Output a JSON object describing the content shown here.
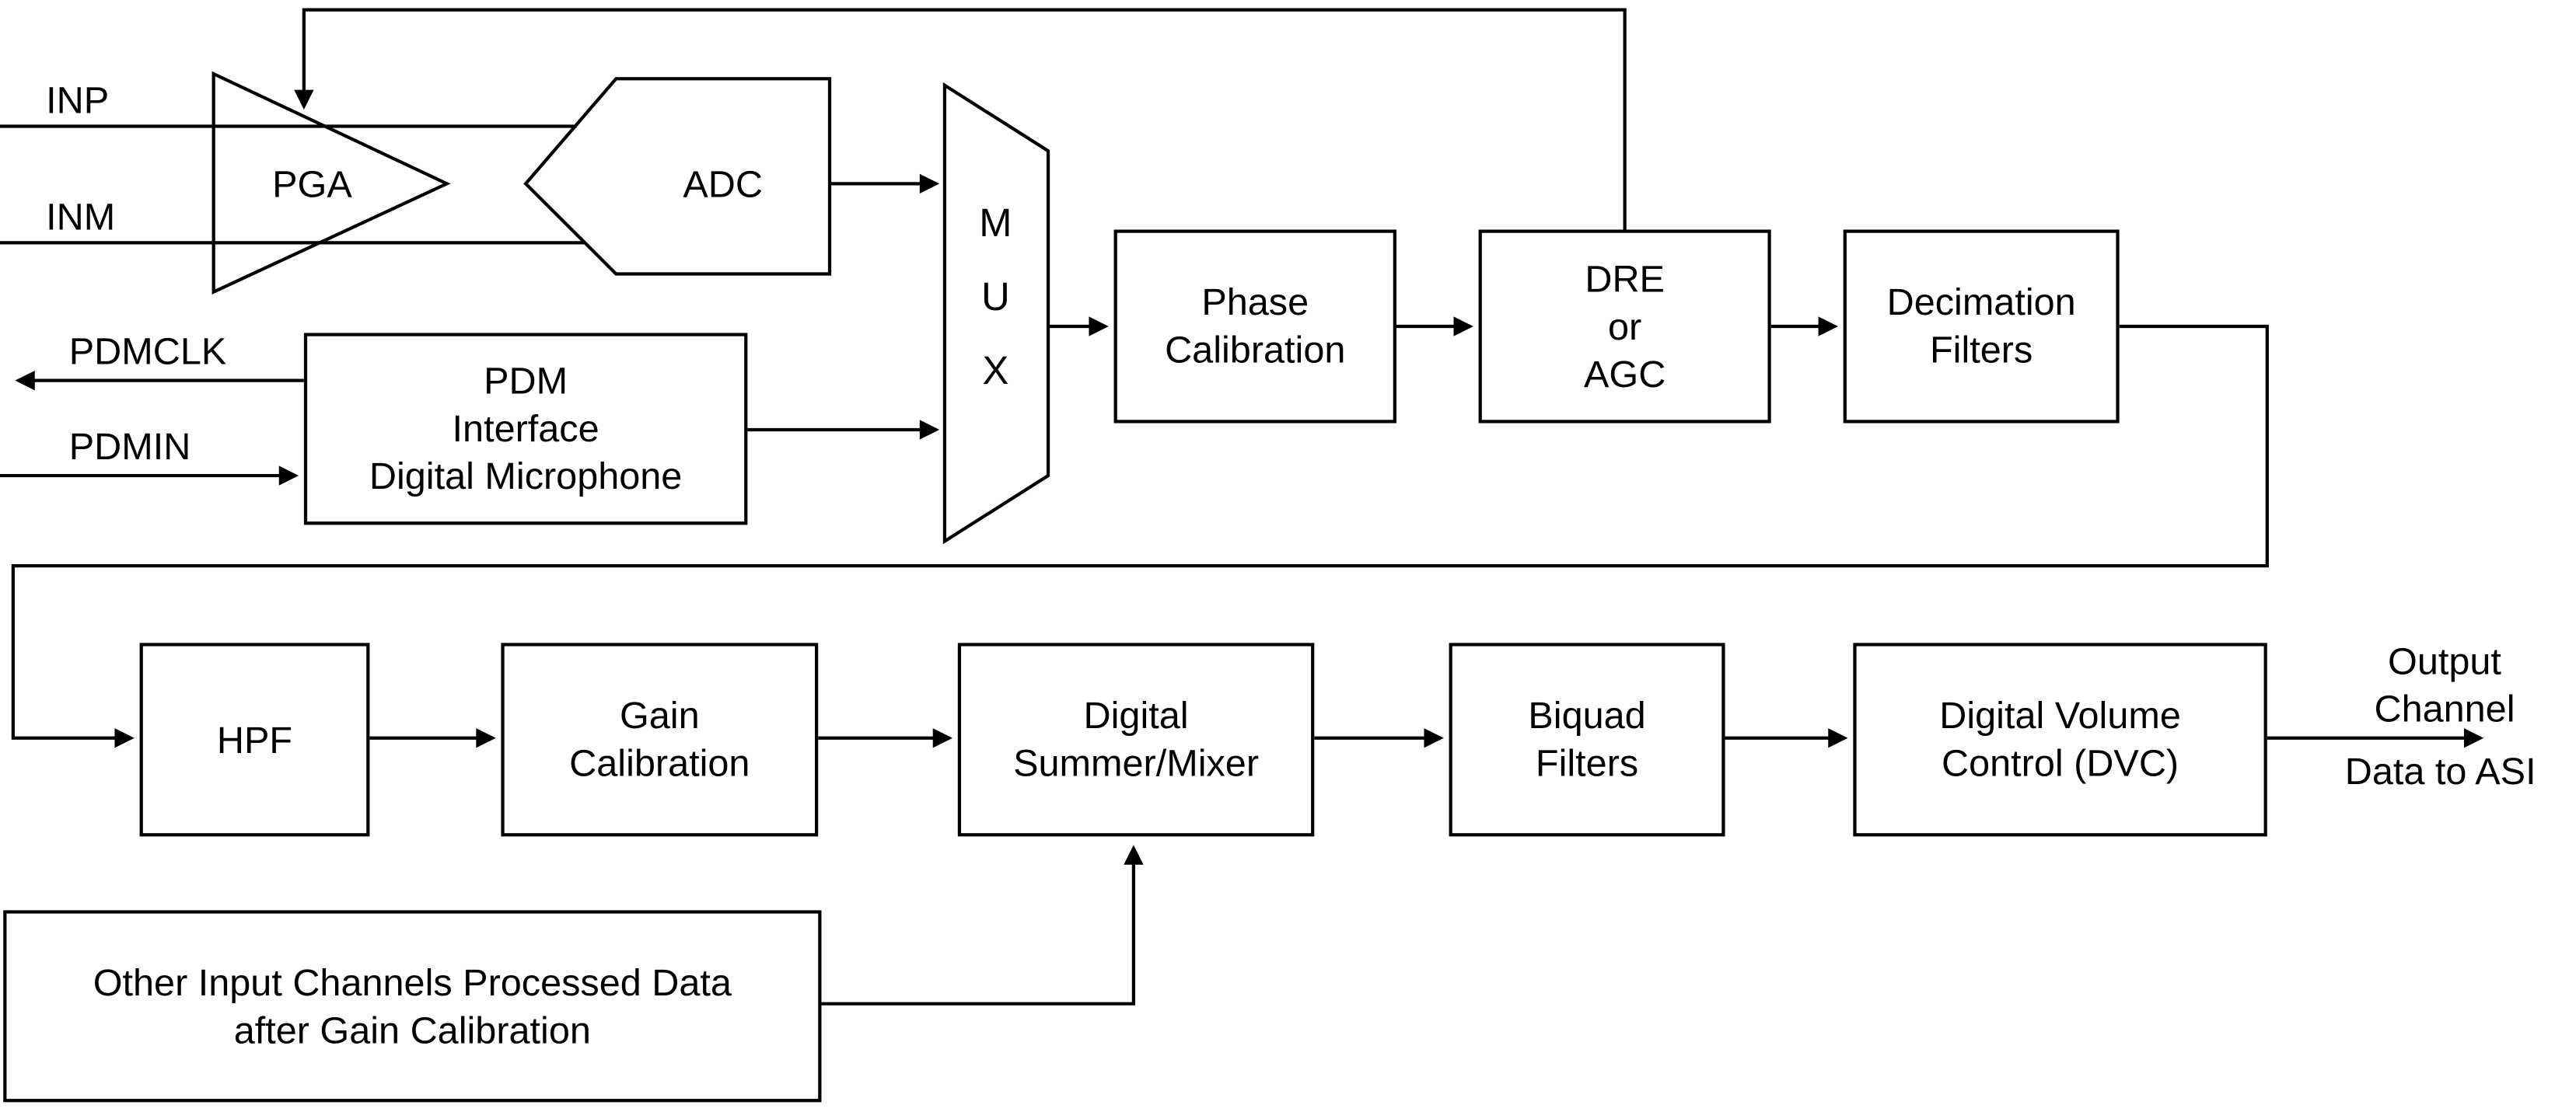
{
  "diagram": {
    "signals": {
      "inp": "INP",
      "inm": "INM",
      "pdmclk": "PDMCLK",
      "pdmin": "PDMIN"
    },
    "blocks": {
      "pga": "PGA",
      "adc": "ADC",
      "mux": "M\nU\nX",
      "pdm_interface": "PDM\nInterface\nDigital Microphone",
      "phase_calibration": "Phase\nCalibration",
      "dre_agc": "DRE\nor\nAGC",
      "decimation_filters": "Decimation\nFilters",
      "hpf": "HPF",
      "gain_calibration": "Gain\nCalibration",
      "digital_summer": "Digital\nSummer/Mixer",
      "biquad_filters": "Biquad\nFilters",
      "dvc": "Digital Volume\nControl (DVC)",
      "other_inputs": "Other Input Channels Processed Data\nafter Gain Calibration"
    },
    "output_label": {
      "top": "Output\nChannel",
      "bottom": "Data to ASI"
    },
    "colors": {
      "line": "#000000",
      "background": "#ffffff",
      "text": "#000000"
    }
  }
}
